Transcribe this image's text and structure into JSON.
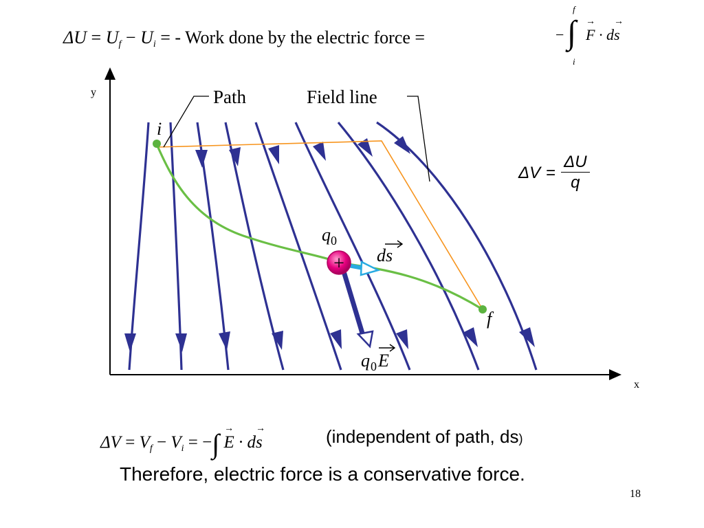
{
  "top_equation": {
    "lhs_delta_u": "ΔU",
    "u_sym": "U",
    "sub_f": "f",
    "sub_i": "i",
    "eq1": "=",
    "minus1": "−",
    "eq2": "=",
    "text": "- Work done by the electric force =",
    "minus2": "−",
    "integral": "∫",
    "upper_limit": "f",
    "lower_limit": "i",
    "F": "F",
    "dot": "·",
    "ds": "ds"
  },
  "diagram": {
    "axis_y": "y",
    "axis_x": "x",
    "label_path": "Path",
    "label_field_line": "Field line",
    "point_i": "i",
    "point_f": "f",
    "charge_label_q": "q",
    "charge_label_sub": "0",
    "charge_sign": "+",
    "ds_label": "ds",
    "force_label_q": "q",
    "force_label_sub": "0",
    "force_label_E": "E",
    "colors": {
      "field_line": "#2e3192",
      "path": "#6abf45",
      "orange_path": "#f7941d",
      "charge": "#e6007e",
      "ds_vector": "#29abe2"
    }
  },
  "delta_v_def": {
    "lhs": "ΔV",
    "eq": "=",
    "num": "ΔU",
    "den": "q"
  },
  "bottom_equation": {
    "lhs": "ΔV",
    "eq1": "=",
    "v": "V",
    "sub_f": "f",
    "minus": "−",
    "sub_i": "i",
    "eq2": "=",
    "minus2": "−",
    "integral": "∫",
    "E": "E",
    "dot": "·",
    "ds": "ds",
    "note_main": "(independent of path, ds",
    "note_close": ")"
  },
  "conclusion": "Therefore, electric force is a conservative force.",
  "page_number": "18"
}
